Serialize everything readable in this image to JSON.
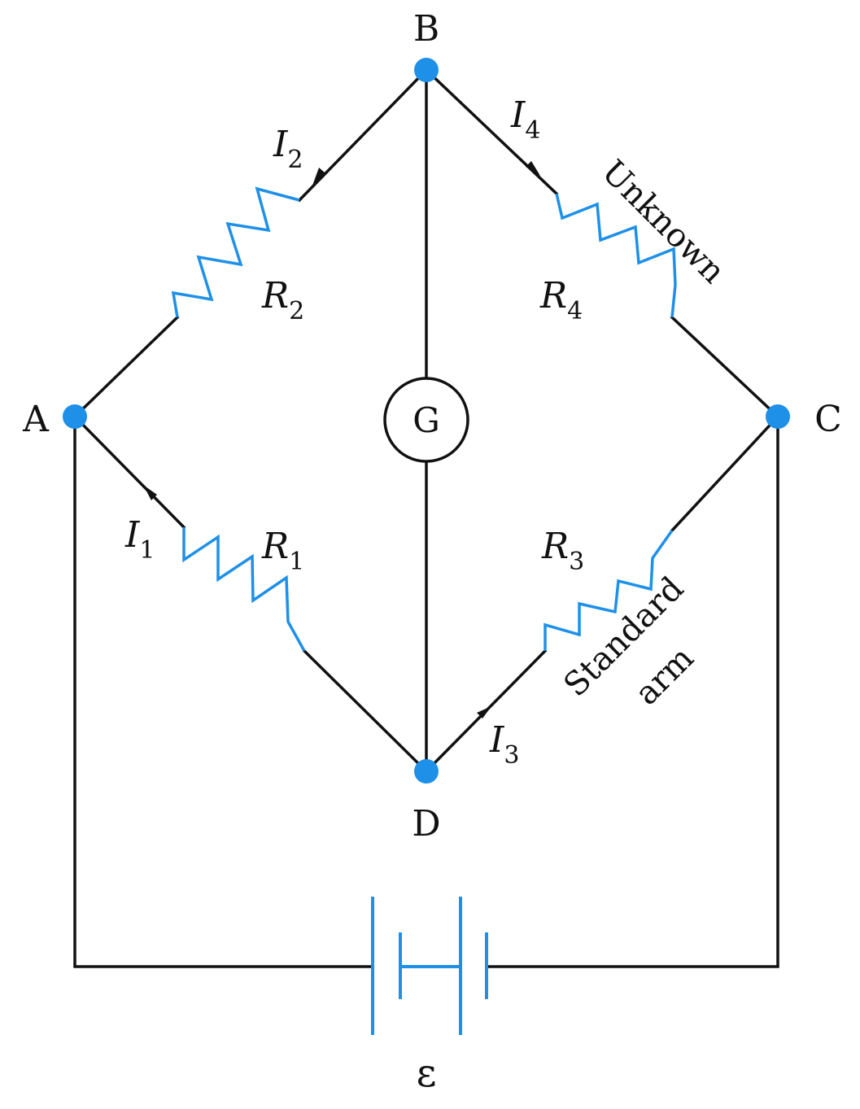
{
  "nodes": {
    "a": "A",
    "b": "B",
    "c": "C",
    "d": "D"
  },
  "galvanometer": "G",
  "resistors": {
    "r1": {
      "symbol": "R",
      "sub": "1"
    },
    "r2": {
      "symbol": "R",
      "sub": "2"
    },
    "r3": {
      "symbol": "R",
      "sub": "3"
    },
    "r4": {
      "symbol": "R",
      "sub": "4"
    }
  },
  "currents": {
    "i1": {
      "symbol": "I",
      "sub": "1"
    },
    "i2": {
      "symbol": "I",
      "sub": "2"
    },
    "i3": {
      "symbol": "I",
      "sub": "3"
    },
    "i4": {
      "symbol": "I",
      "sub": "4"
    }
  },
  "notes": {
    "unknown": "Unknown",
    "standard_line1": "Standard",
    "standard_line2": "arm"
  },
  "battery": {
    "emf": "ε"
  },
  "colors": {
    "component": "#1e90e8",
    "wire": "#111111"
  }
}
